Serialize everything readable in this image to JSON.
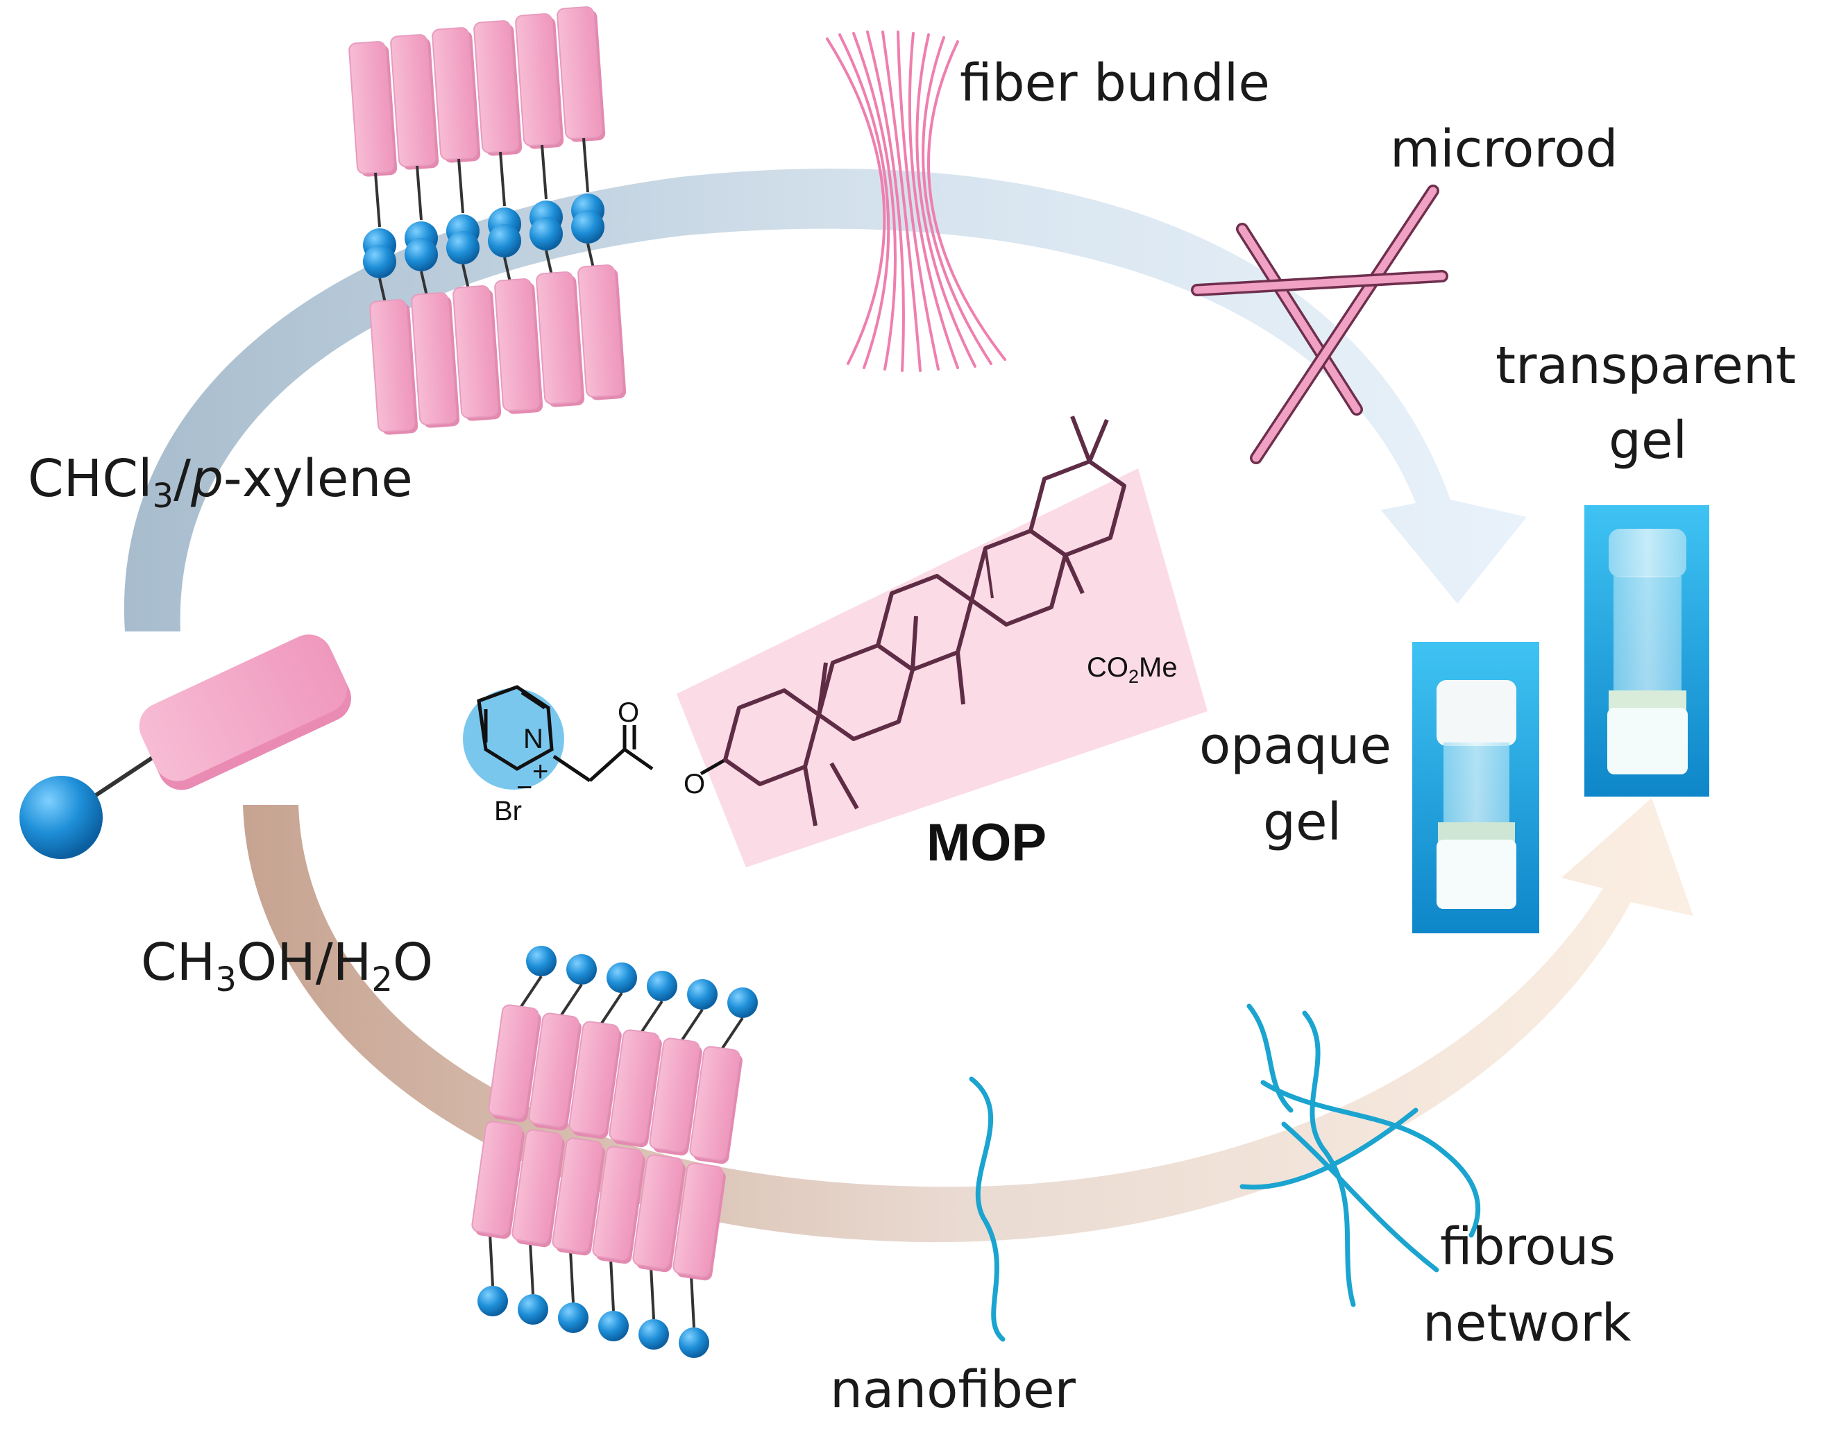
{
  "colors": {
    "pink": "#f4a9c8",
    "pink_edge": "#d77fa6",
    "blue_ball": "#1e8fd8",
    "cyan_fiber": "#1aa4cf",
    "upper_arrow": "#b9cedd",
    "lower_arrow": "#d4b4a4",
    "mop_box": "#fbdbe6",
    "skeleton": "#5e2c44"
  },
  "labels": {
    "fiber_bundle": "fiber bundle",
    "microrod": "microrod",
    "transparent": "transparent",
    "gel_top": "gel",
    "solvent_top_main": "CHCl",
    "solvent_top_sub": "3",
    "solvent_top_slash": "/",
    "solvent_top_italic": "p",
    "solvent_top_end": "-xylene",
    "opaque": "opaque",
    "gel_mid": "gel",
    "solvent_bottom": {
      "a": "CH",
      "a_sub": "3",
      "b": "OH/H",
      "b_sub": "2",
      "c": "O"
    },
    "nanofiber": "nanofiber",
    "fibrous": "fibrous",
    "network": "network",
    "mop": "MOP",
    "co2me": {
      "a": "CO",
      "sub": "2",
      "b": "Me"
    },
    "br": "Br",
    "minus": "−",
    "plus": "+",
    "n": "N",
    "o_carbonyl": "O",
    "o_ester": "O"
  }
}
